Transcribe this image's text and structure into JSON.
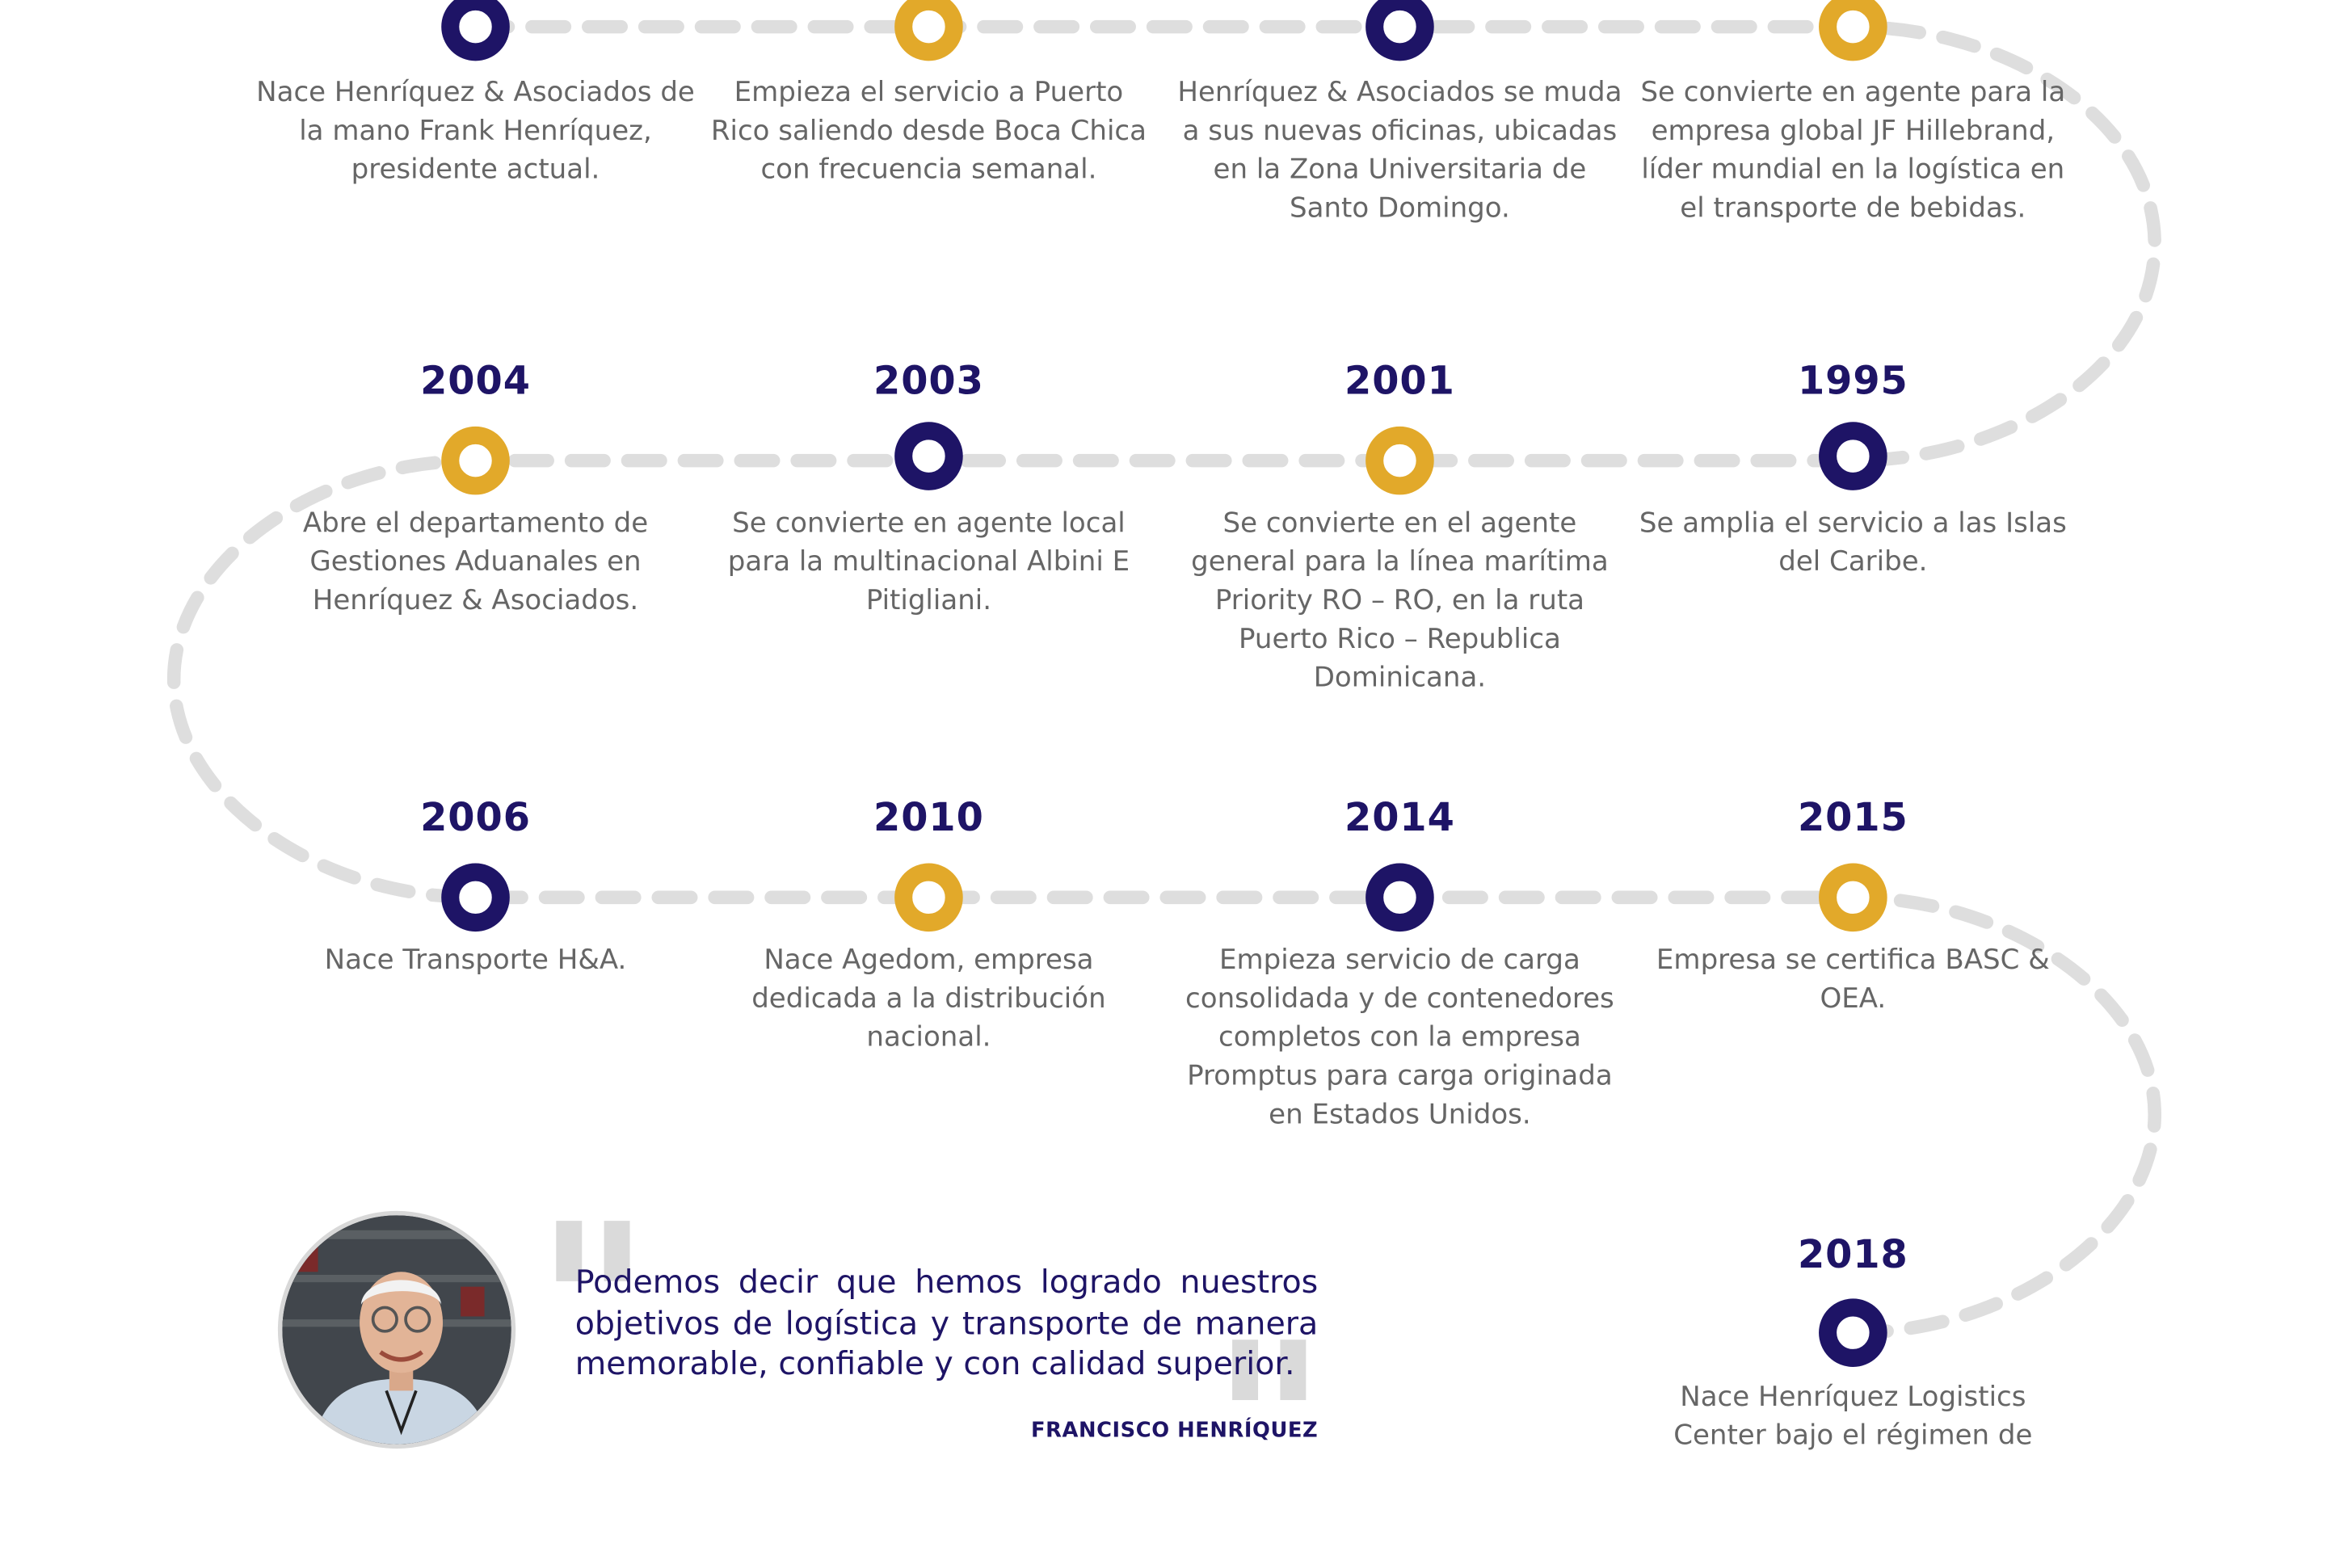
{
  "colors": {
    "navy": "#1e1466",
    "gold": "#e2a92a",
    "track": "#dedede",
    "text": "#666666"
  },
  "timeline": {
    "row1": [
      {
        "year": "",
        "color": "navy",
        "text": "Nace Henríquez & Asociados de la mano Frank Henríquez, presidente actual."
      },
      {
        "year": "",
        "color": "gold",
        "text": "Empieza el servicio a Puerto Rico saliendo desde Boca Chica con frecuencia semanal."
      },
      {
        "year": "",
        "color": "navy",
        "text": "Henríquez & Asociados se muda a sus nuevas oficinas, ubicadas en la Zona Universitaria de Santo Domingo."
      },
      {
        "year": "",
        "color": "gold",
        "text": "Se convierte en agente para la empresa global JF Hillebrand, líder mundial en la logística en el transporte de bebidas."
      }
    ],
    "row2": [
      {
        "year": "2004",
        "color": "gold",
        "text": "Abre el departamento de Gestiones Aduanales en Henríquez & Asociados."
      },
      {
        "year": "2003",
        "color": "navy",
        "text": "Se convierte en agente local para la multinacional Albini E Pitigliani."
      },
      {
        "year": "2001",
        "color": "gold",
        "text": "Se convierte en el agente general para la línea marítima Priority RO – RO, en la ruta Puerto Rico – Republica Dominicana."
      },
      {
        "year": "1995",
        "color": "navy",
        "text": "Se amplia el servicio a las Islas del Caribe."
      }
    ],
    "row3": [
      {
        "year": "2006",
        "color": "navy",
        "text": "Nace Transporte H&A."
      },
      {
        "year": "2010",
        "color": "gold",
        "text": "Nace Agedom, empresa dedicada a la distribución nacional."
      },
      {
        "year": "2014",
        "color": "navy",
        "text": "Empieza servicio de carga consolidada y de contenedores completos con la empresa Promptus para carga originada en Estados Unidos."
      },
      {
        "year": "2015",
        "color": "gold",
        "text": "Empresa se certifica BASC & OEA."
      }
    ],
    "last": {
      "year": "2018",
      "color": "navy",
      "text": "Nace Henríquez Logistics Center bajo el régimen de"
    }
  },
  "testimonial": {
    "quote": "Podemos decir que hemos logrado nuestros objetivos de logística y transporte de manera memorable, confiable y con calidad superior.",
    "author": "FRANCISCO HENRÍQUEZ",
    "avatar_icon": "person-photo"
  }
}
